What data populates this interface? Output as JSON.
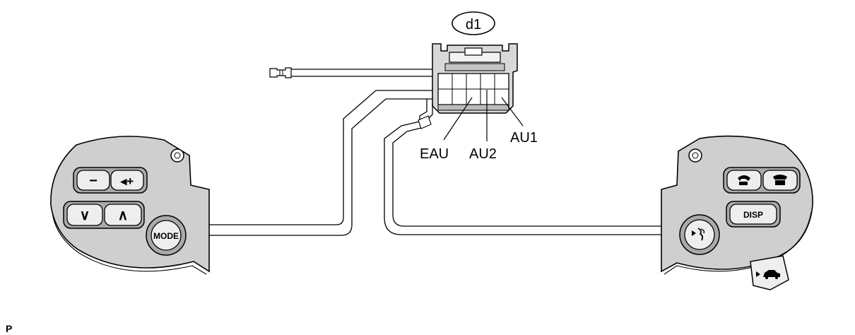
{
  "connector": {
    "id": "d1"
  },
  "terminals": {
    "eau": "EAU",
    "au2": "AU2",
    "au1": "AU1"
  },
  "left_switch": {
    "volume_down": "−",
    "volume_up": "◂+",
    "seek_down": "∨",
    "seek_up": "∧",
    "mode": "MODE"
  },
  "right_switch": {
    "disp": "DISP"
  },
  "footer": {
    "mark": "P"
  }
}
